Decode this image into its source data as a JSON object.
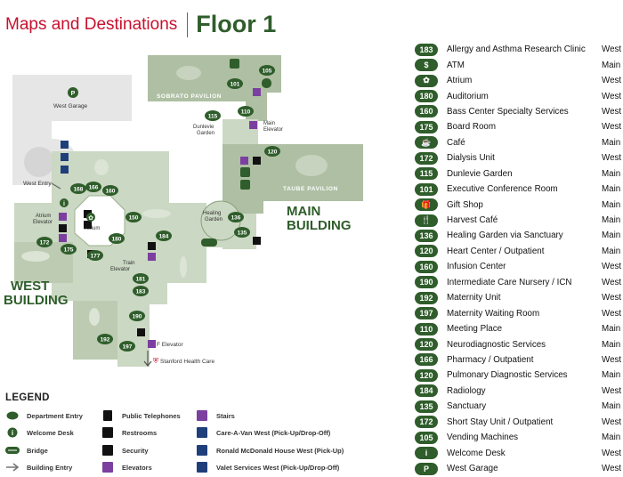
{
  "header": {
    "section_title": "Maps and Destinations",
    "floor_title": "Floor 1"
  },
  "map": {
    "buildings": {
      "west": [
        "WEST",
        "BUILDING"
      ],
      "main": [
        "MAIN",
        "BUILDING"
      ]
    },
    "pavilions": {
      "sobrato": "SOBRATO PAVILION",
      "taube": "TAUBE PAVILION"
    },
    "labels": {
      "west_garage": "West Garage",
      "west_entry": "West Entry",
      "atrium_elevator": [
        "Atrium",
        "Elevator"
      ],
      "atrium": "Atrium",
      "train_elevator": [
        "Train",
        "Elevator"
      ],
      "dunlevie_garden": [
        "Dunlevie",
        "Garden"
      ],
      "main_elevator": [
        "Main",
        "Elevator"
      ],
      "healing_garden": [
        "Healing",
        "Garden"
      ],
      "f_elevator": "F Elevator",
      "stanford_health_care": "Stanford Health Care"
    },
    "badges": [
      "168",
      "166",
      "160",
      "150",
      "172",
      "175",
      "177",
      "180",
      "184",
      "181",
      "183",
      "190",
      "192",
      "197",
      "101",
      "105",
      "110",
      "115",
      "120",
      "136",
      "135"
    ]
  },
  "legend": {
    "title": "LEGEND",
    "items": [
      {
        "label": "Department Entry",
        "icon": "department-entry-icon"
      },
      {
        "label": "Welcome Desk",
        "icon": "welcome-desk-icon"
      },
      {
        "label": "Bridge",
        "icon": "bridge-icon"
      },
      {
        "label": "Building Entry",
        "icon": "building-entry-icon"
      },
      {
        "label": "Public Telephones",
        "icon": "telephone-icon"
      },
      {
        "label": "Restrooms",
        "icon": "restroom-icon"
      },
      {
        "label": "Security",
        "icon": "security-icon"
      },
      {
        "label": "Elevators",
        "icon": "elevator-icon"
      },
      {
        "label": "Stairs",
        "icon": "stairs-icon"
      },
      {
        "label": "Care-A-Van West (Pick-Up/Drop-Off)",
        "icon": "care-a-van-icon"
      },
      {
        "label": "Ronald McDonald House West (Pick-Up)",
        "icon": "ronald-mcdonald-icon"
      },
      {
        "label": "Valet Services West (Pick-Up/Drop-Off)",
        "icon": "valet-icon"
      }
    ]
  },
  "directory": [
    {
      "badge": "183",
      "name": "Allergy and Asthma Research Clinic",
      "building": "West"
    },
    {
      "badge": "$",
      "name": "ATM",
      "building": "Main"
    },
    {
      "badge": "✿",
      "name": "Atrium",
      "building": "West"
    },
    {
      "badge": "180",
      "name": "Auditorium",
      "building": "West"
    },
    {
      "badge": "160",
      "name": "Bass Center Specialty Services",
      "building": "West"
    },
    {
      "badge": "175",
      "name": "Board Room",
      "building": "West"
    },
    {
      "badge": "☕",
      "name": "Café",
      "building": "Main"
    },
    {
      "badge": "172",
      "name": "Dialysis Unit",
      "building": "West"
    },
    {
      "badge": "115",
      "name": "Dunlevie Garden",
      "building": "Main"
    },
    {
      "badge": "101",
      "name": "Executive Conference Room",
      "building": "Main"
    },
    {
      "badge": "🎁",
      "name": "Gift Shop",
      "building": "Main"
    },
    {
      "badge": "🍴",
      "name": "Harvest Café",
      "building": "Main"
    },
    {
      "badge": "136",
      "name": "Healing Garden via Sanctuary",
      "building": "Main"
    },
    {
      "badge": "120",
      "name": "Heart Center / Outpatient",
      "building": "Main"
    },
    {
      "badge": "160",
      "name": "Infusion Center",
      "building": "West"
    },
    {
      "badge": "190",
      "name": "Intermediate Care Nursery / ICN",
      "building": "West"
    },
    {
      "badge": "192",
      "name": "Maternity Unit",
      "building": "West"
    },
    {
      "badge": "197",
      "name": "Maternity Waiting Room",
      "building": "West"
    },
    {
      "badge": "110",
      "name": "Meeting Place",
      "building": "Main"
    },
    {
      "badge": "120",
      "name": "Neurodiagnostic Services",
      "building": "Main"
    },
    {
      "badge": "166",
      "name": "Pharmacy / Outpatient",
      "building": "West"
    },
    {
      "badge": "120",
      "name": "Pulmonary Diagnostic Services",
      "building": "Main"
    },
    {
      "badge": "184",
      "name": "Radiology",
      "building": "West"
    },
    {
      "badge": "135",
      "name": "Sanctuary",
      "building": "Main"
    },
    {
      "badge": "172",
      "name": "Short Stay Unit / Outpatient",
      "building": "West"
    },
    {
      "badge": "105",
      "name": "Vending Machines",
      "building": "Main"
    },
    {
      "badge": "i",
      "name": "Welcome Desk",
      "building": "West"
    },
    {
      "badge": "P",
      "name": "West Garage",
      "building": "West"
    }
  ],
  "colors": {
    "primary_green": "#2f5d2b",
    "floor_green": "#cbd8c3",
    "building_green": "#aebfa3",
    "header_red": "#c8102e",
    "purple": "#7b3fa0",
    "navy": "#1f3f7a"
  }
}
